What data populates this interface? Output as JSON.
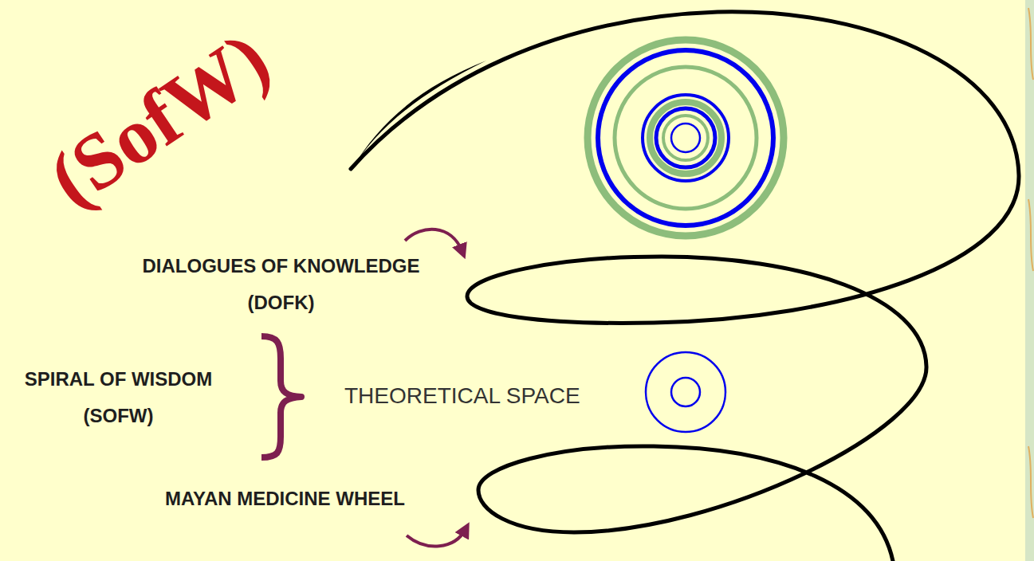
{
  "diagram": {
    "labels": [
      "(SofW)",
      "DIALOGUES OF KNOWLEDGE (DOFK)",
      "SPIRAL OF WISDOM (SOFW)",
      "THEORETICAL SPACE",
      "MAYAN MEDICINE WHEEL"
    ]
  }
}
